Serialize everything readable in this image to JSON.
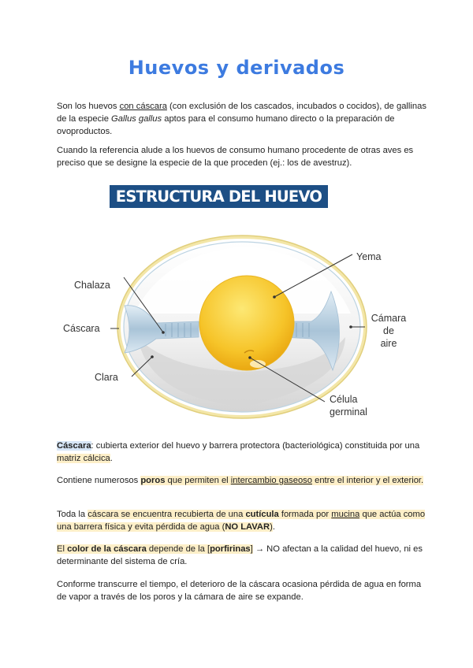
{
  "document": {
    "title": "Huevos y derivados",
    "intro": {
      "p1": {
        "a": "Son los huevos ",
        "u1": "con cáscara",
        "b": " (con exclusión de los cascados, incubados o cocidos), de gallinas de la especie ",
        "species": "Gallus gallus",
        "c": " aptos para el consumo humano directo o la preparación de ovoproductos."
      },
      "p2": "Cuando la referencia alude a los huevos de consumo humano procedente de otras aves es preciso que se designe la especie de la que proceden (ej.: los de avestruz)."
    },
    "banner": "ESTRUCTURA DEL HUEVO",
    "diagram": {
      "labels": {
        "chalaza": "Chalaza",
        "cascara": "Cáscara",
        "clara": "Clara",
        "yema": "Yema",
        "camara_1": "Cámara",
        "camara_2": "de",
        "camara_3": "aire",
        "celula_1": "Célula",
        "celula_2": "germinal"
      },
      "colors": {
        "shell": "#e9d98f",
        "membrane": "#bcd3e2",
        "white": "#d9d9d9",
        "yolk": "#f6c22b",
        "chalaza": "#bcd4e4",
        "leader": "#333333"
      }
    },
    "section": {
      "p1": {
        "term": "Cáscara",
        "a": ": cubierta exterior del huevo y barrera protectora (bacteriológica) constituida por una ",
        "hl": "matriz cálcica",
        "b": "."
      },
      "p2": {
        "a": "Contiene numerosos ",
        "bold": "poros",
        "b": " que permiten el ",
        "u": "intercambio gaseoso",
        "c": " entre el interior y el exterior."
      },
      "p3": {
        "a": "Toda la ",
        "h1": "cáscara se encuentra recubierta de una ",
        "bold": "cutícula",
        "h2": " formada por ",
        "u": "mucina",
        "h3": " que actúa como una barrera física y evita pérdida de agua (",
        "bold2": "NO LAVAR",
        "h4": ")",
        "end": "."
      },
      "p4": {
        "h1": "El ",
        "bold1": "color de la cáscara",
        "h2": " depende de la [",
        "bold2": "porfirinas",
        "h3": "]",
        "rest": " → NO afectan a la calidad del huevo, ni es determinante del sistema de cría."
      },
      "p5": "Conforme transcurre el tiempo, el deterioro de la cáscara ocasiona pérdida de agua en forma de vapor a través de los poros y la cámara de aire se expande."
    },
    "colors": {
      "title": "#3d7be0",
      "banner_bg": "#1d4f85",
      "highlight_yellow": "#fdefc8",
      "highlight_blue": "#d7e6f7"
    }
  }
}
